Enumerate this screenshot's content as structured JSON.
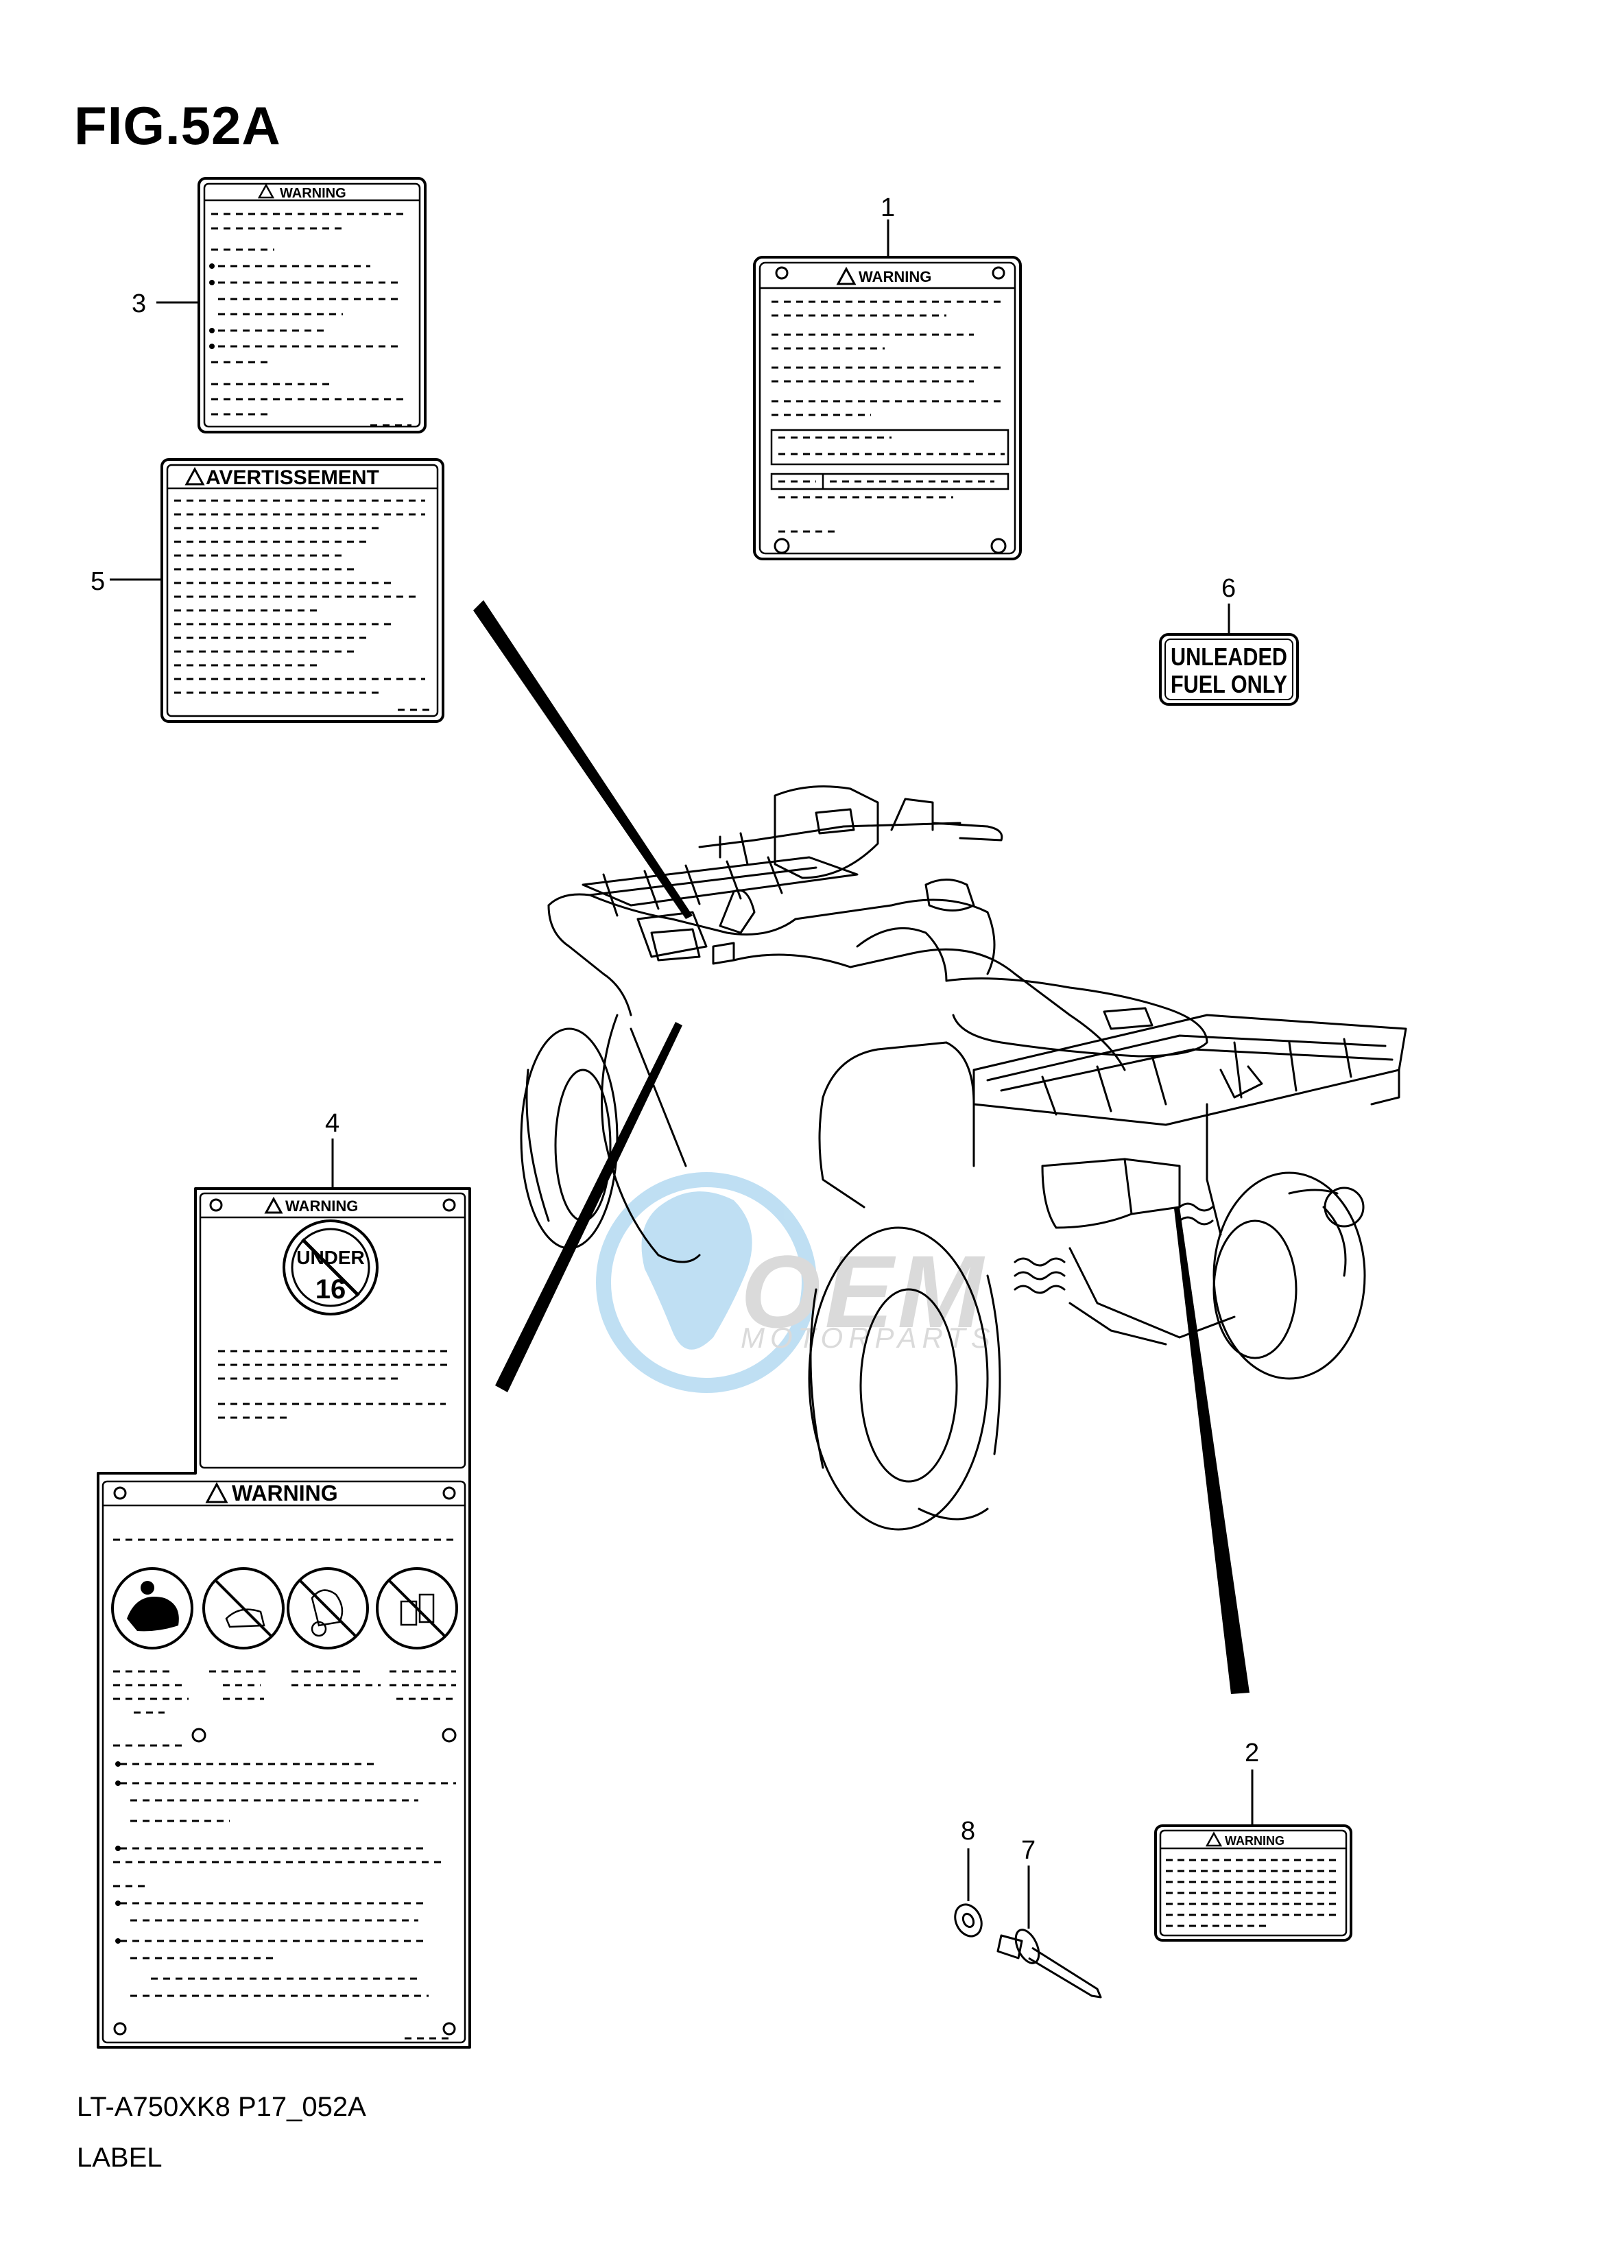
{
  "figure": {
    "title": "FIG.52A",
    "model_code": "LT-A750XK8 P17_052A",
    "section_label": "LABEL"
  },
  "callouts": {
    "c1": "1",
    "c2": "2",
    "c3": "3",
    "c4": "4",
    "c5": "5",
    "c6": "6",
    "c7": "7",
    "c8": "8"
  },
  "labels": {
    "warning_text": "WARNING",
    "avertissement_text": "AVERTISSEMENT",
    "unleaded_line1": "UNLEADED",
    "unleaded_line2": "FUEL ONLY",
    "under_text": "UNDER",
    "under_age": "16"
  },
  "watermark": {
    "brand": "OEM",
    "sub": "MOTORPARTS",
    "colors": {
      "primary": "#8cc6ea",
      "secondary": "#c9c9c9"
    }
  }
}
